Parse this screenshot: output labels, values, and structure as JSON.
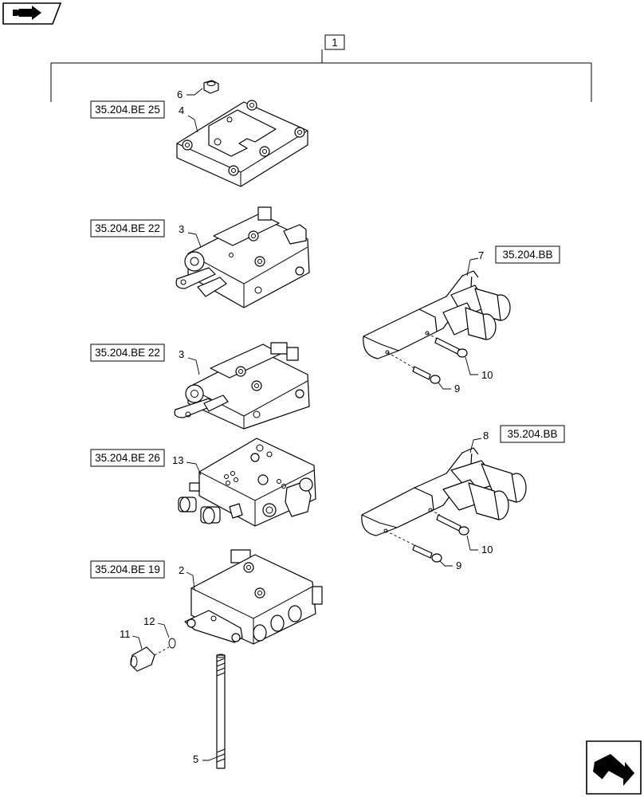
{
  "header": {
    "nav_icon": "arrow-right-icon"
  },
  "footer": {
    "next_icon": "folded-arrow-icon"
  },
  "assembly_label": "1",
  "reference_boxes": {
    "r1": "35.204.BE 25",
    "r2": "35.204.BE 22",
    "r3": "35.204.BE 22",
    "r4": "35.204.BE 26",
    "r5": "35.204.BE 19",
    "r6": "35.204.BB",
    "r7": "35.204.BB"
  },
  "callouts": {
    "c6": "6",
    "c4": "4",
    "c3a": "3",
    "c3b": "3",
    "c13": "13",
    "c2": "2",
    "c12": "12",
    "c11": "11",
    "c5": "5",
    "c7": "7",
    "c10a": "10",
    "c9a": "9",
    "c8": "8",
    "c10b": "10",
    "c9b": "9"
  },
  "colors": {
    "line": "#000000",
    "background": "#ffffff",
    "shade": "#e2e2e2"
  }
}
